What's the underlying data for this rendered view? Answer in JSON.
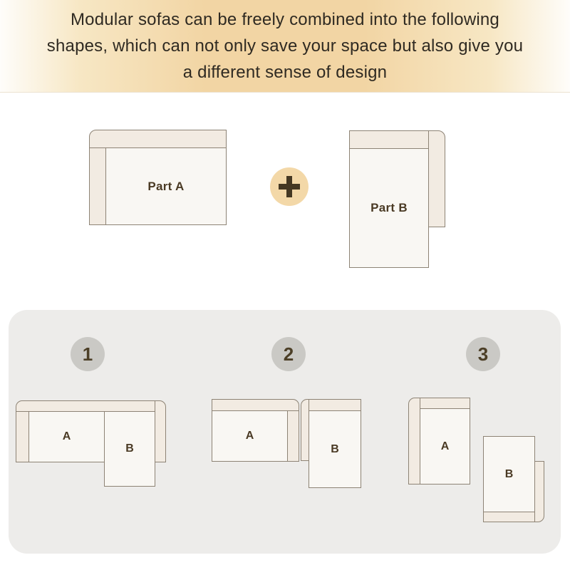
{
  "header": {
    "lines": [
      "Modular sofas can be freely combined into the following",
      "shapes, which can not only save your space but also give you",
      "a different sense of design"
    ]
  },
  "parts_diagram": {
    "part_a_label": "Part A",
    "plus_icon": "plus",
    "part_b_label": "Part B"
  },
  "combinations": [
    {
      "number": "1",
      "label_a": "A",
      "label_b": "B"
    },
    {
      "number": "2",
      "label_a": "A",
      "label_b": "B"
    },
    {
      "number": "3",
      "label_a": "A",
      "label_b": "B"
    }
  ],
  "colors": {
    "header_gradient_center": "#f2d5a4",
    "header_gradient_edge": "#fefdfa",
    "header_text": "#2f2a22",
    "sofa_outline": "#8d8375",
    "sofa_cushion": "#f2ebe2",
    "sofa_seat": "#f9f7f3",
    "label_brown": "#4a3a24",
    "plus_circle": "#f3d8a8",
    "plus_glyph": "#453823",
    "combos_panel": "#edecea",
    "number_badge": "#cac9c5"
  }
}
